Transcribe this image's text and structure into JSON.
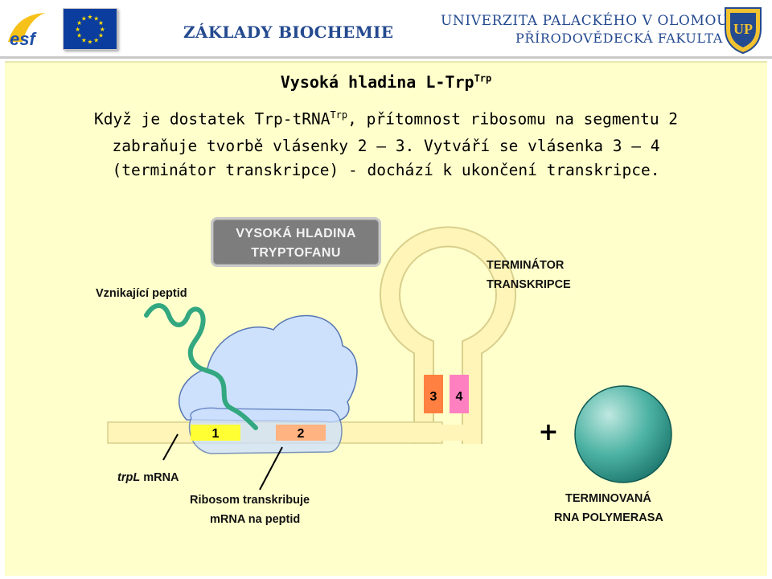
{
  "header": {
    "logo_esf_text": "esf",
    "course_title": "ZÁKLADY BIOCHEMIE",
    "university_line1": "UNIVERZITA PALACKÉHO V OLOMOUCI",
    "university_line2": "PŘÍRODOVĚDECKÁ FAKULTA",
    "logo_upol_text": "UP",
    "colors": {
      "header_text": "#244a8f",
      "eu_flag": "#0a3d9e",
      "eu_stars": "#ffdd00",
      "slide_bg": "#ffffcc"
    }
  },
  "title": {
    "main": "Vysoká hladina L-Trp",
    "main_sup": "Trp",
    "para1_before": "Když je dostatek Trp-tRNA",
    "para1_sup": "Trp",
    "para1_after": ", přítomnost ribosomu na segmentu 2",
    "para2": "zabraňuje tvorbě vlásenky 2 – 3. Vytváří se vlásenka 3 – 4",
    "para3": "(terminátor transkripce) - dochází k ukončení transkripce."
  },
  "diagram": {
    "badge_line1": "VYSOKÁ HLADINA",
    "badge_line2": "TRYPTOFANU",
    "label_peptide": "Vznikající peptid",
    "label_terminator_line1": "TERMINÁTOR",
    "label_terminator_line2": "TRANSKRIPCE",
    "label_trpl_italic": "trpL",
    "label_trpl_rest": " mRNA",
    "label_ribosome_line1": "Ribosom transkribuje",
    "label_ribosome_line2": "mRNA na peptid",
    "label_polymerase_line1": "TERMINOVANÁ",
    "label_polymerase_line2": "RNA POLYMERASA",
    "plus_sign": "+",
    "segments": [
      {
        "label": "1",
        "color": "#ffff33"
      },
      {
        "label": "2",
        "color": "#ffb380"
      },
      {
        "label": "3",
        "color": "#ff8040"
      },
      {
        "label": "4",
        "color": "#ff80c0"
      }
    ],
    "colors": {
      "mrna": "#fff5b8",
      "mrna_outline": "#d9cf8c",
      "ribosome": "#cce0ff",
      "ribosome_outline": "#4d6fb3",
      "peptide": "#33a880",
      "polymerase": "#2a9a8a"
    }
  }
}
